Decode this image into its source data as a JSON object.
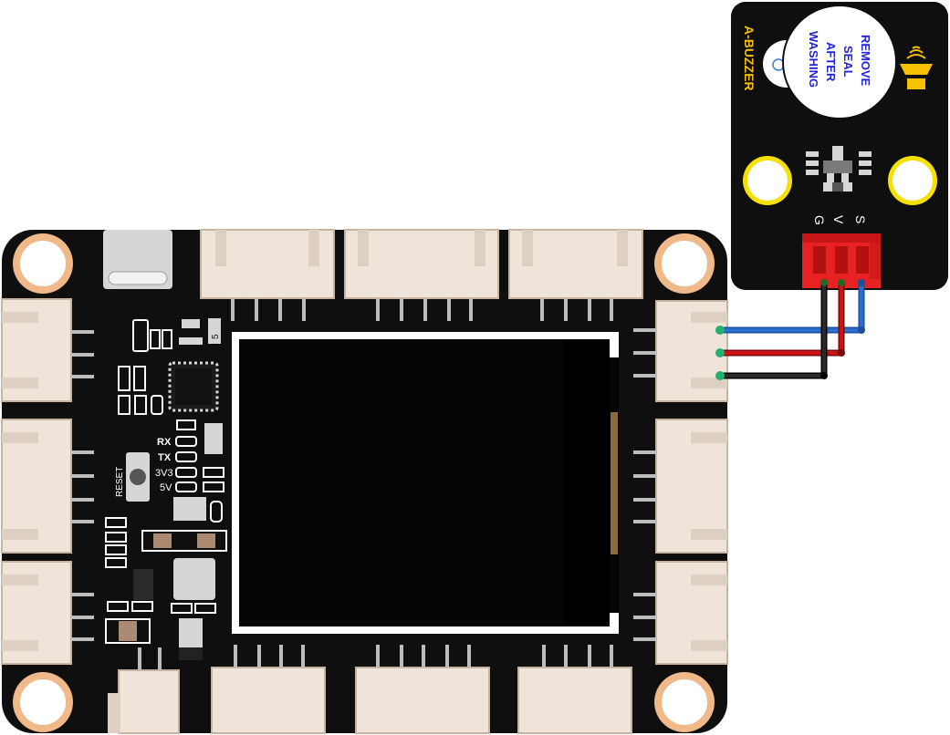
{
  "board": {
    "labels": {
      "rx": "RX",
      "tx": "TX",
      "v3": "3V3",
      "v5": "5V",
      "reset": "RESET",
      "chip_mark": "5"
    }
  },
  "buzzer": {
    "name": "A-BUZZER",
    "seal_lines": [
      "REMOVE",
      "SEAL",
      "AFTER",
      "WASHING"
    ],
    "pins": {
      "g": "G",
      "v": "V",
      "s": "S"
    }
  },
  "colors": {
    "pcb": "#0f0f10",
    "mount_ring": "#f0b98a",
    "buzzer_label": "#f6c100",
    "seal_text": "#2323d9",
    "connector_red": "#e82222",
    "wire_blue": "#2a6fd0",
    "wire_red": "#cc1414",
    "wire_black": "#1a1a1a"
  }
}
